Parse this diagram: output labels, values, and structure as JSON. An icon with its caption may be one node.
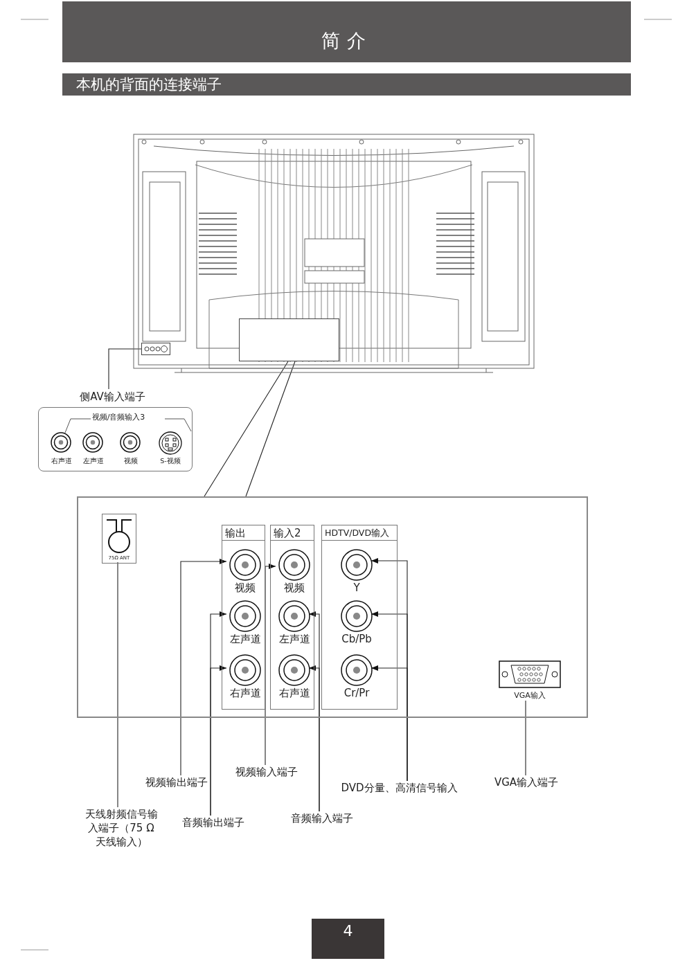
{
  "diagram": {
    "title": "简介",
    "nodes": [
      {
        "text": [],
        "shape": "picture"
      },
      {
        "text": [],
        "shape": "box",
        "in": 0
      },
      {
        "text": [],
        "shape": "box",
        "in": 0
      },
      {
        "text": [
          "侧AV输入端子"
        ]
      },
      {
        "text": [
          "视频/音频输入3"
        ]
      },
      {
        "text": [
          "右声道"
        ],
        "in": 4
      },
      {
        "text": [
          "左声道"
        ],
        "in": 4
      },
      {
        "text": [
          "视频"
        ],
        "in": 4
      },
      {
        "text": [
          "S-视频"
        ],
        "in": 4
      },
      {
        "text": [],
        "shape": "box"
      },
      {
        "text": [
          "75Ω ANT"
        ],
        "in": 9
      },
      {
        "text": [
          "输出"
        ],
        "in": 9
      },
      {
        "text": [
          "视频"
        ],
        "in": 11
      },
      {
        "text": [
          "左声道"
        ],
        "in": 11
      },
      {
        "text": [
          "右声道"
        ],
        "in": 11
      },
      {
        "text": [
          "输入2"
        ],
        "in": 9
      },
      {
        "text": [
          "视频"
        ],
        "in": 15
      },
      {
        "text": [
          "左声道"
        ],
        "in": 15
      },
      {
        "text": [
          "右声道"
        ],
        "in": 15
      },
      {
        "text": [
          "HDTV/DVD输入"
        ],
        "in": 9
      },
      {
        "text": [
          "Y"
        ],
        "in": 19
      },
      {
        "text": [
          "Cb/Pb"
        ],
        "in": 19
      },
      {
        "text": [
          "Cr/Pr"
        ],
        "in": 19
      },
      {
        "text": [
          "VGA输入"
        ],
        "in": 9
      },
      {
        "text": [
          "视频输出端子"
        ]
      },
      {
        "text": [
          "视频输入端子"
        ]
      },
      {
        "text": [
          "DVD分量、高清信号输入"
        ]
      },
      {
        "text": [
          "VGA输入端子"
        ]
      },
      {
        "text": [
          "天线射频信号输入端子（75 Ω天线输入）"
        ]
      },
      {
        "text": [
          "音频输出端子"
        ]
      },
      {
        "text": [
          "音频输入端子"
        ]
      }
    ],
    "edges": [
      {
        "from": 1,
        "to": 3,
        "arrow": "none"
      },
      {
        "from": 2,
        "to": 9,
        "arrow": "none"
      },
      {
        "from": 24,
        "to": 12,
        "arrow": "to"
      },
      {
        "from": 29,
        "to": 13,
        "arrow": "to"
      },
      {
        "from": 29,
        "to": 14,
        "arrow": "to"
      },
      {
        "from": 25,
        "to": 16,
        "arrow": "to"
      },
      {
        "from": 30,
        "to": 17,
        "arrow": "to"
      },
      {
        "from": 30,
        "to": 18,
        "arrow": "to"
      },
      {
        "from": 26,
        "to": 20,
        "arrow": "to"
      },
      {
        "from": 26,
        "to": 21,
        "arrow": "to"
      },
      {
        "from": 26,
        "to": 22,
        "arrow": "to"
      },
      {
        "from": 27,
        "to": 23,
        "arrow": "none"
      },
      {
        "from": 28,
        "to": 10,
        "arrow": "none"
      }
    ],
    "labels": [
      "本机的背面的连接端子",
      "4"
    ]
  }
}
